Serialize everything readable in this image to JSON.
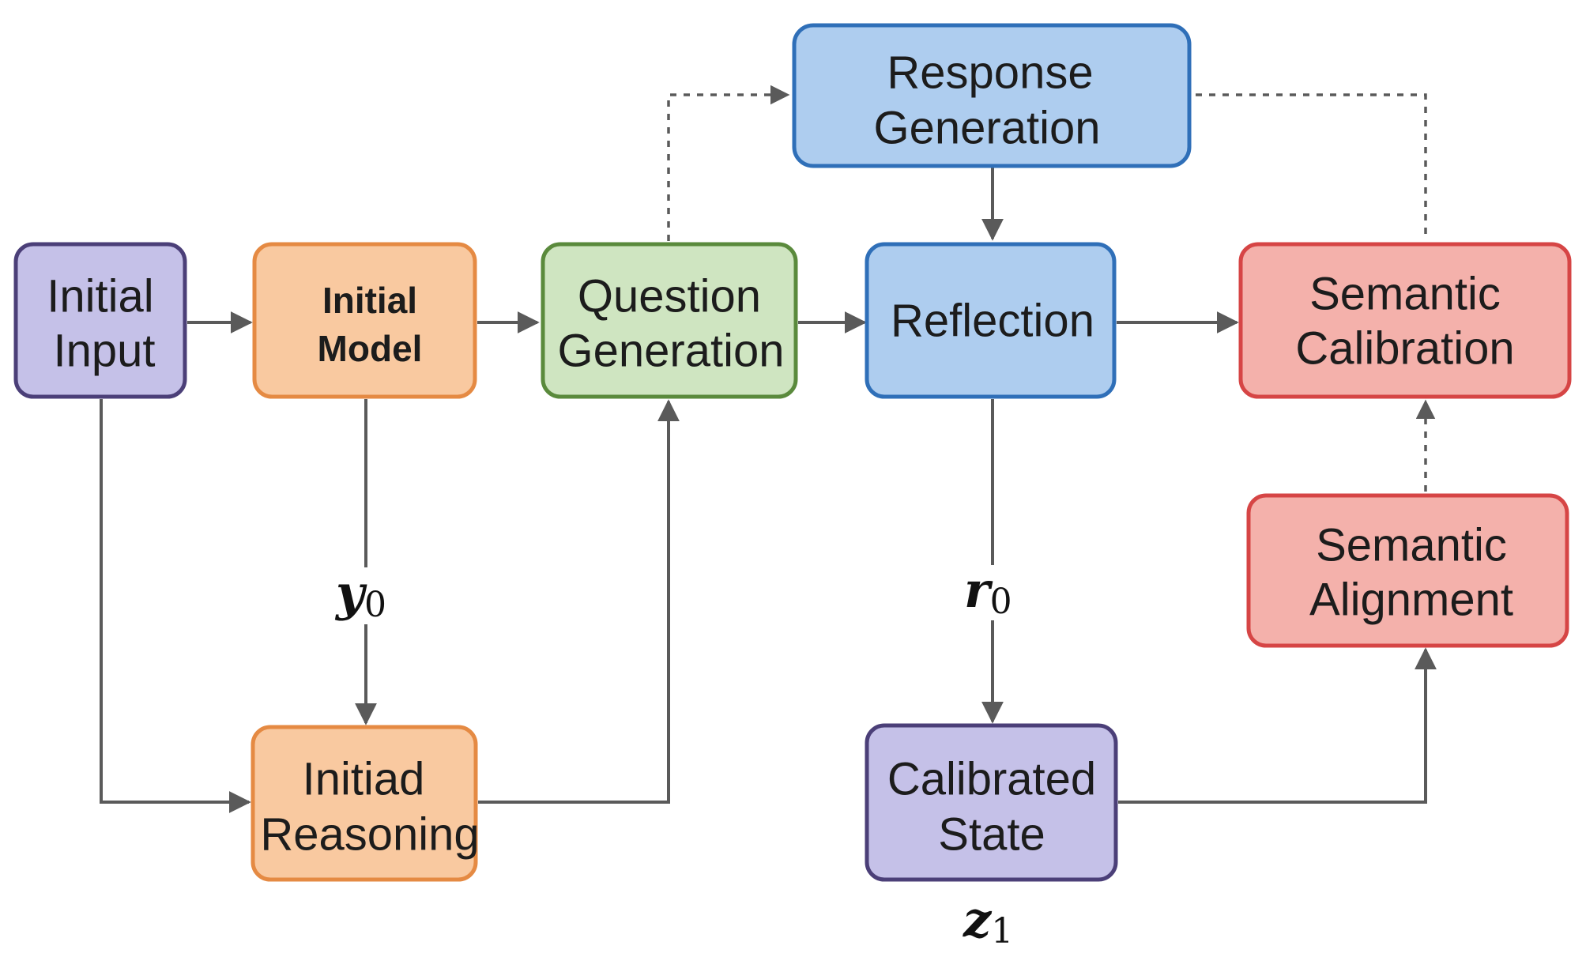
{
  "colors": {
    "purple_fill": "#c5c1e8",
    "purple_stroke": "#4b3f78",
    "orange_fill": "#f9c9a0",
    "orange_stroke": "#e58a43",
    "green_fill": "#cfe5c1",
    "green_stroke": "#5a8a3c",
    "blue_fill": "#aecdef",
    "blue_stroke": "#2f6fb8",
    "red_fill": "#f4b1ab",
    "red_stroke": "#d64545",
    "arrow": "#5a5a5a"
  },
  "nodes": {
    "initial_input": [
      "Initial",
      "Input"
    ],
    "initial_model": [
      "Initial",
      "Model"
    ],
    "question_generation": [
      "Question",
      "Generation"
    ],
    "response_generation": [
      "Response",
      "Generation"
    ],
    "reflection": [
      "Reflection"
    ],
    "semantic_calibration": [
      "Semantic",
      "Calibration"
    ],
    "semantic_alignment": [
      "Semantic",
      "Alignment"
    ],
    "initial_reasoning": [
      "Initiad",
      "Reasoning"
    ],
    "calibrated_state": [
      "Calibrated",
      "State"
    ]
  },
  "labels": {
    "y0": {
      "main": "y",
      "sub": "0"
    },
    "r0": {
      "main": "r",
      "sub": "0"
    },
    "z1": {
      "main": "z",
      "sub": "1"
    }
  }
}
